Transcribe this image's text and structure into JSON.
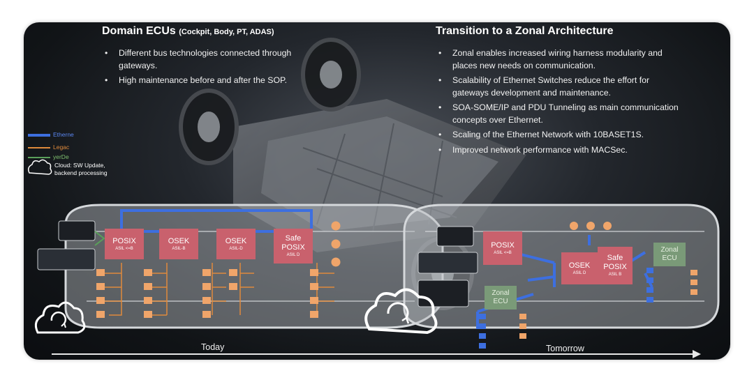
{
  "left": {
    "title": "Domain ECUs",
    "title_suffix": "(Cockpit, Body, PT, ADAS)",
    "bullets": [
      "Different bus technologies connected through gateways.",
      "High maintenance before and after the SOP."
    ]
  },
  "right": {
    "title": "Transition to a Zonal Architecture",
    "bullets": [
      "Zonal enables increased wiring harness modularity and places new needs on communication.",
      "Scalability of Ethernet Switches reduce the effort for gateways development and maintenance.",
      "SOA-SOME/IP and PDU Tunneling as main communication concepts over Ethernet.",
      "Scaling of the Ethernet Network with 10BASET1S.",
      "Improved network performance with MACSec."
    ]
  },
  "legend": {
    "ethernet": "Etherne",
    "legacy": "Legac",
    "other": "yerDe",
    "cloud": "Cloud: SW Update, backend processing",
    "colors": {
      "ethernet": "#3d6fe0",
      "legacy": "#e08a3c",
      "other": "#5aa05a"
    }
  },
  "today": {
    "label": "Today",
    "ecus": [
      {
        "name": "POSIX",
        "sub": "ASIL <=B"
      },
      {
        "name": "OSEK",
        "sub": "ASIL-B"
      },
      {
        "name": "OSEK",
        "sub": "ASIL-D"
      },
      {
        "name": "Safe POSIX",
        "sub": "ASIL D"
      }
    ]
  },
  "tomorrow": {
    "label": "Tomorrow",
    "ecus": [
      {
        "name": "POSIX",
        "sub": "ASIL <=B"
      },
      {
        "name": "OSEK",
        "sub": "ASIL D"
      },
      {
        "name": "Safe POSIX",
        "sub": "ASIL B"
      }
    ],
    "zonal": [
      "Zonal ECU",
      "Zonal ECU"
    ]
  }
}
